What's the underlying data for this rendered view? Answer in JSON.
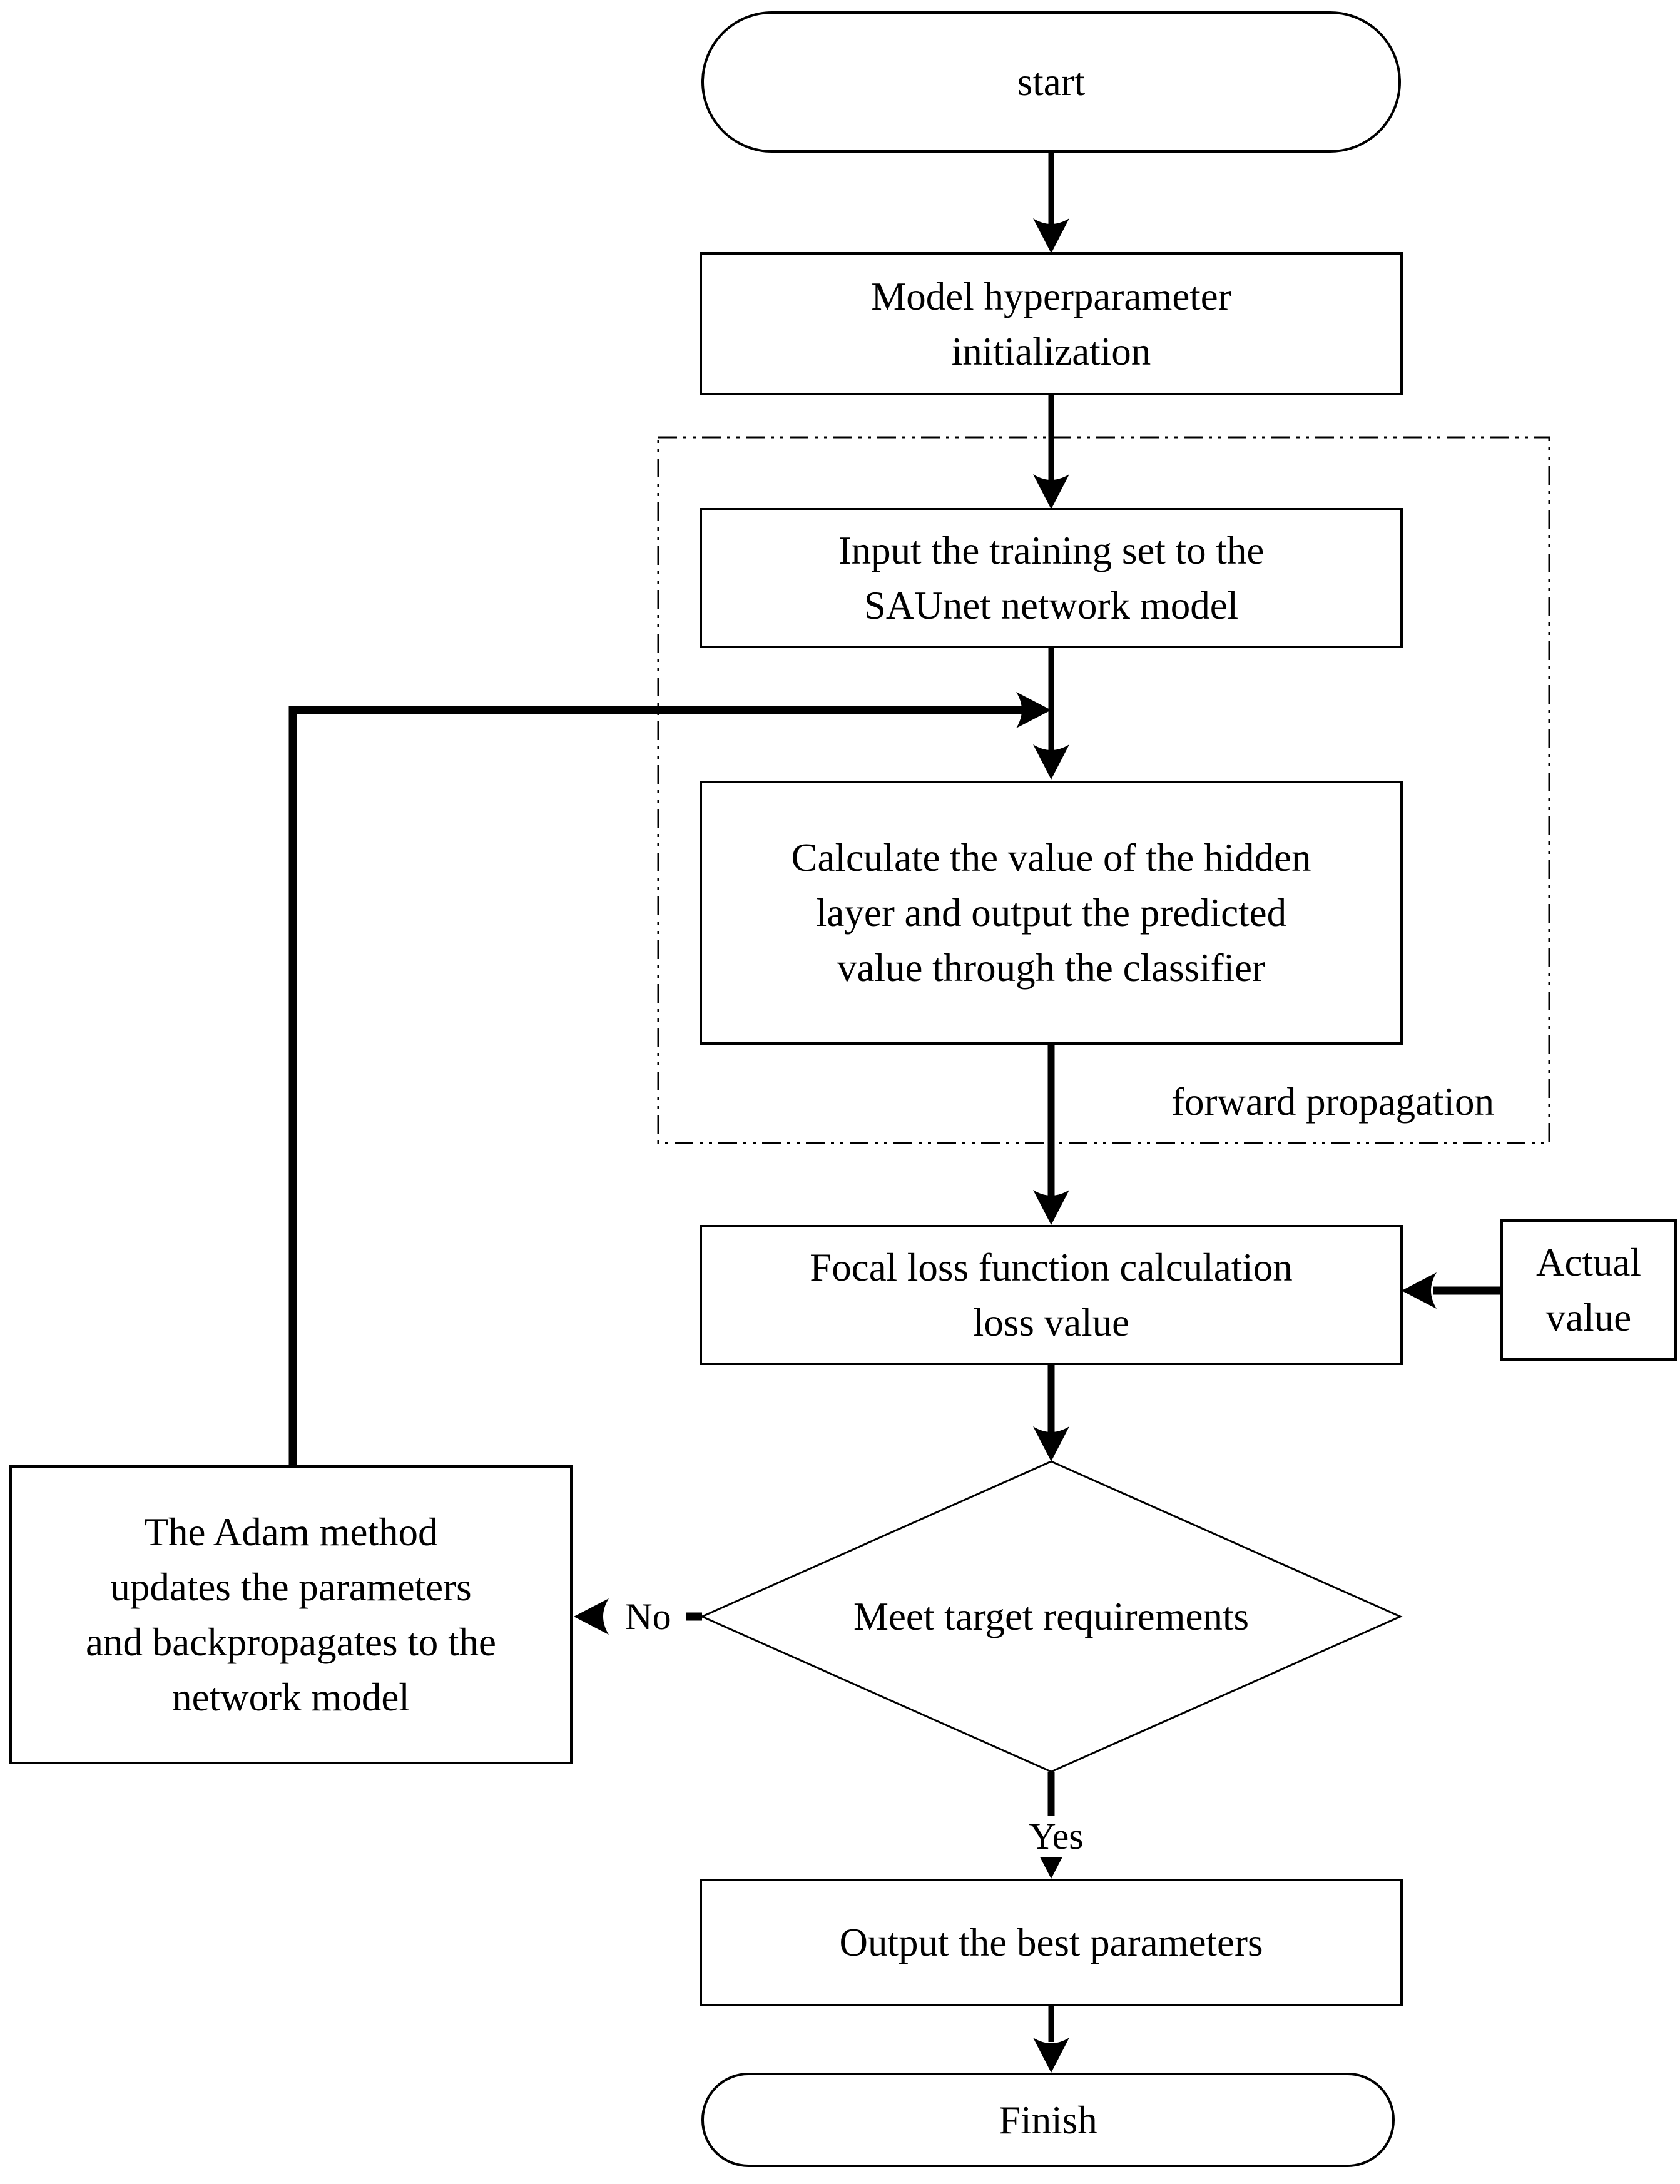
{
  "figure": {
    "type": "flowchart",
    "background": "#ffffff",
    "stroke_color": "#000000"
  },
  "nodes": {
    "start": "start",
    "model_init": "Model hyperparameter\ninitialization",
    "input_training": "Input the training set to the\nSAUnet network model",
    "calculate": "Calculate the value of the hidden\nlayer and output the predicted\nvalue through the classifier",
    "focal_loss": "Focal loss function calculation\nloss value",
    "actual_value": "Actual\nvalue",
    "decision": "Meet target requirements",
    "adam_update": "The Adam method\nupdates the parameters\nand backpropagates to the\nnetwork model",
    "output_best": "Output the best parameters",
    "finish": "Finish"
  },
  "labels": {
    "region": "forward propagation",
    "yes": "Yes",
    "no": "No"
  }
}
